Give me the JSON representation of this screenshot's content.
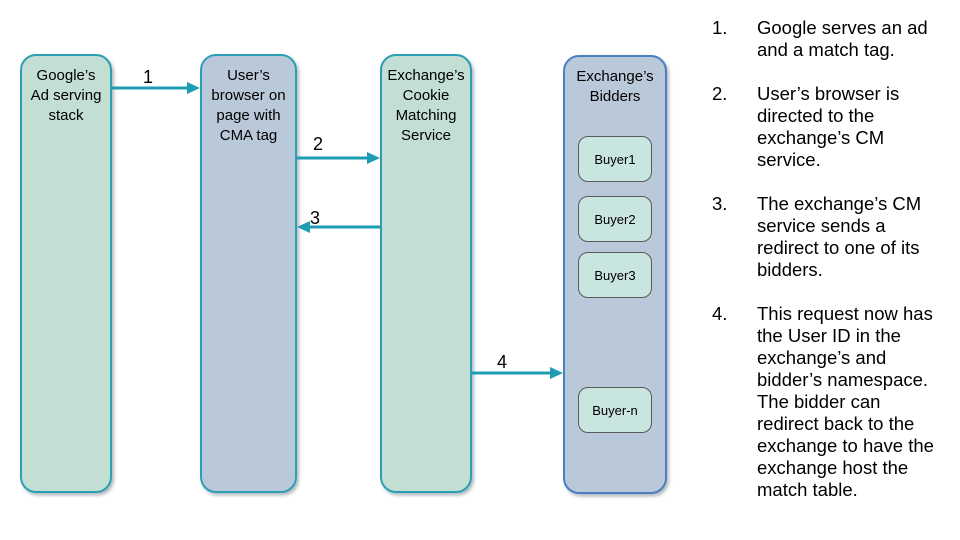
{
  "diagram": {
    "lanes": [
      {
        "label": "Google’s\nAd serving\nstack",
        "fill": "#c3ded3",
        "border": "#2d9fb5"
      },
      {
        "label": "User’s\nbrowser on\npage with\nCMA tag",
        "fill": "#bac9d9",
        "border": "#2d9fb5"
      },
      {
        "label": "Exchange’s\nCookie\nMatching\nService",
        "fill": "#c3ded3",
        "border": "#2d9fb5"
      },
      {
        "label": "Exchange’s\nBidders",
        "fill": "#bac9d9",
        "border": "#4a7fc1"
      }
    ],
    "bidders": [
      "Buyer1",
      "Buyer2",
      "Buyer3",
      "Buyer-n"
    ],
    "bidder_fill": "#c9e5e0",
    "bidder_border": "#5a5a5a",
    "arrow_color": "#1e9cb2",
    "arrows": [
      {
        "label": "1",
        "from": "Google’s Ad serving stack",
        "to": "User’s browser on page with CMA tag",
        "direction": "right"
      },
      {
        "label": "2",
        "from": "User’s browser on page with CMA tag",
        "to": "Exchange’s Cookie Matching Service",
        "direction": "right"
      },
      {
        "label": "3",
        "from": "Exchange’s Cookie Matching Service",
        "to": "User’s browser on page with CMA tag",
        "direction": "left"
      },
      {
        "label": "4",
        "from": "Exchange’s Cookie Matching Service",
        "to": "Exchange’s Bidders",
        "direction": "right"
      }
    ]
  },
  "steps": [
    {
      "num": "1.",
      "text": "Google serves an ad\nand a match tag."
    },
    {
      "num": "2.",
      "text": "User’s browser is\ndirected to the\nexchange’s CM\nservice."
    },
    {
      "num": "3.",
      "text": "The exchange’s CM\nservice sends a\nredirect to one of its\nbidders."
    },
    {
      "num": "4.",
      "text": "This request now has\nthe User ID in the\nexchange’s and\nbidder’s namespace.\nThe bidder can\nredirect back to the\nexchange to have the\nexchange host the\nmatch table."
    }
  ]
}
